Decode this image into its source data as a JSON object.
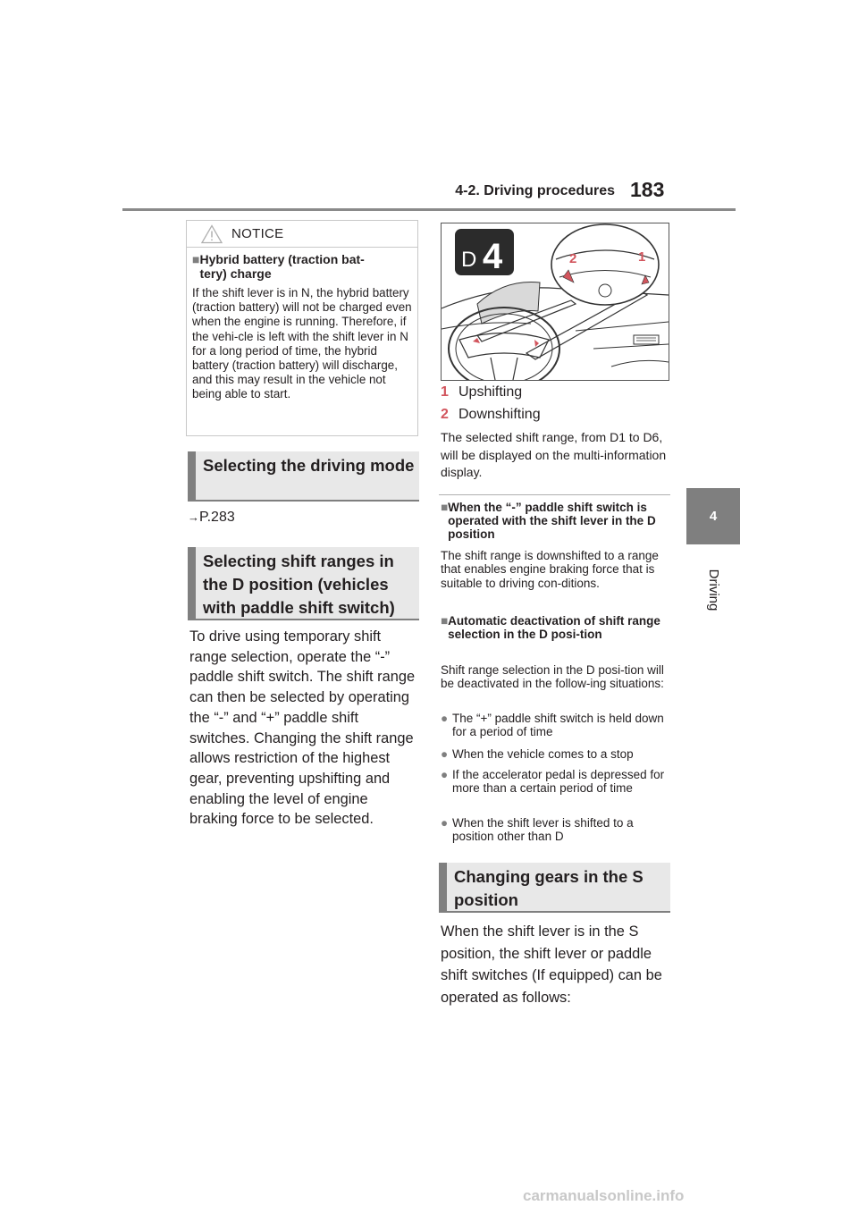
{
  "header": {
    "section": "4-2. Driving procedures",
    "page_number": "183"
  },
  "side_tab": {
    "number": "4",
    "label": "Driving"
  },
  "notice": {
    "title": "NOTICE",
    "subheading": "Hybrid battery (traction bat-\ntery) charge",
    "body": "If the shift lever is in N, the hybrid battery (traction battery) will not be charged even when the engine is running. Therefore, if the vehi-cle is left with the shift lever in N for a long period of time, the hybrid battery (traction battery) will discharge, and this may result in the vehicle not being able to start."
  },
  "section_mode": {
    "heading": "Selecting the driving mode",
    "reference": "P.283"
  },
  "section_shift": {
    "heading": "Selecting shift ranges in the D position (vehicles with paddle shift switch)",
    "body": "To drive using temporary shift range selection, operate the “-” paddle shift switch. The shift range can then be selected by operating the “-” and “+” paddle shift switches. Changing the shift range allows restriction of the highest gear, preventing upshifting and enabling the level of engine braking force to be selected."
  },
  "illustration": {
    "display_label": "D 4",
    "callouts": [
      "2",
      "1"
    ]
  },
  "list": [
    {
      "num": "1",
      "label": "Upshifting"
    },
    {
      "num": "2",
      "label": "Downshifting"
    }
  ],
  "display_note": "The selected shift range, from D1 to D6, will be displayed on the multi-information display.",
  "info": {
    "sub1": "When the “-” paddle shift switch is operated with the shift lever in the D position",
    "text1": "The shift range is downshifted to a range that enables engine braking force that is suitable to driving con-ditions.",
    "sub2": "Automatic deactivation of shift range selection in the D posi-tion",
    "text2": "Shift range selection in the D posi-tion will be deactivated in the follow-ing situations:",
    "bullets": [
      "The “+” paddle shift switch is held down for a period of time",
      "When the vehicle comes to a stop",
      "If the accelerator pedal is depressed for more than a certain period of time",
      "When the shift lever is shifted to a position other than D"
    ]
  },
  "section_gears": {
    "heading": "Changing gears in the S position",
    "body": "When the shift lever is in the S position, the shift lever or paddle shift switches (If equipped) can be operated as follows:"
  },
  "watermark": "carmanualsonline.info",
  "colors": {
    "accent_number": "#d2555d",
    "tab_gray": "#7f7f7f",
    "heading_bg": "#e8e8e8"
  }
}
